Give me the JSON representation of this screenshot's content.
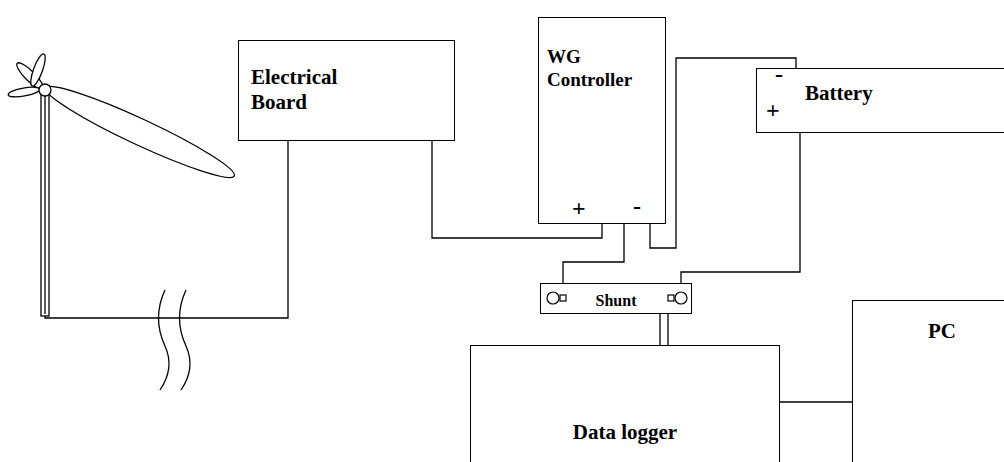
{
  "diagram": {
    "nodes": [
      {
        "text": [
          "Electrical Board"
        ]
      },
      {
        "text": [
          "WG Controller"
        ]
      },
      {
        "text": [
          "Battery"
        ]
      },
      {
        "text": [
          "Shunt"
        ]
      },
      {
        "text": [
          "Data logger"
        ]
      },
      {
        "text": [
          "PC"
        ]
      }
    ],
    "edges": [
      {
        "from": 0,
        "to": 1,
        "arrow": "none"
      },
      {
        "from": 1,
        "to": 3,
        "arrow": "none"
      },
      {
        "from": 1,
        "to": 2,
        "arrow": "none"
      },
      {
        "from": 3,
        "to": 2,
        "arrow": "none"
      },
      {
        "from": 3,
        "to": 4,
        "arrow": "none"
      },
      {
        "from": 3,
        "to": 4,
        "arrow": "none"
      },
      {
        "from": 4,
        "to": 5,
        "arrow": "none"
      }
    ],
    "labels": [
      "+",
      "-",
      "-",
      "+"
    ]
  }
}
